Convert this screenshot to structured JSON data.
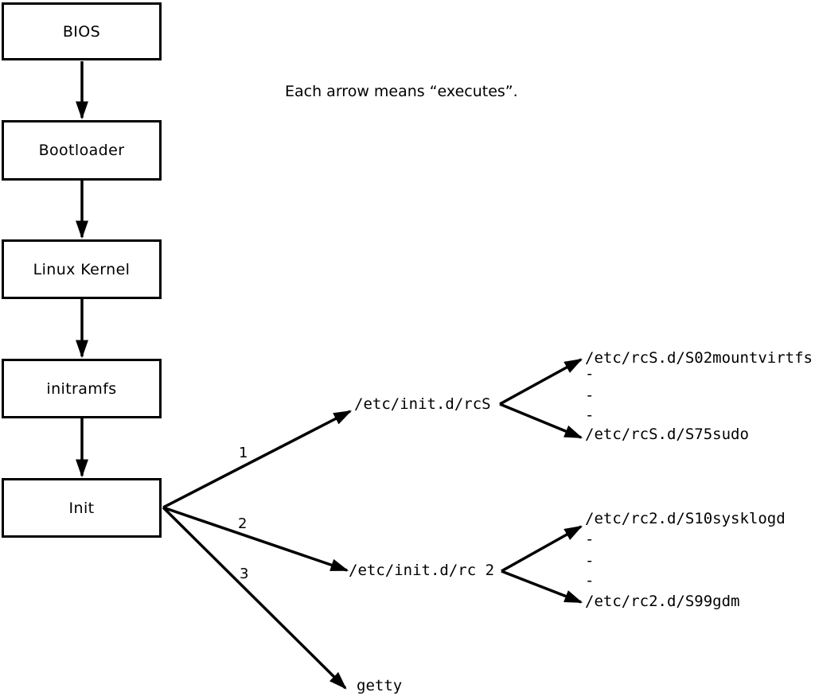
{
  "colors": {
    "ink": "#000000",
    "background": "#ffffff"
  },
  "note": "Each arrow means “executes”.",
  "boot_chain": [
    {
      "label": "BIOS"
    },
    {
      "label": "Bootloader"
    },
    {
      "label": "Linux Kernel"
    },
    {
      "label": "initramfs"
    },
    {
      "label": "Init"
    }
  ],
  "init_branches": [
    {
      "order": "1",
      "target": "/etc/init.d/rcS"
    },
    {
      "order": "2",
      "target": "/etc/init.d/rc 2"
    },
    {
      "order": "3",
      "target": "getty"
    }
  ],
  "rcS_scripts": {
    "first": "/etc/rcS.d/S02mountvirtfs",
    "ellipsis": [
      "-",
      "-",
      "-"
    ],
    "last": "/etc/rcS.d/S75sudo"
  },
  "rc2_scripts": {
    "first": "/etc/rc2.d/S10sysklogd",
    "ellipsis": [
      "-",
      "-",
      "-"
    ],
    "last": "/etc/rc2.d/S99gdm"
  }
}
